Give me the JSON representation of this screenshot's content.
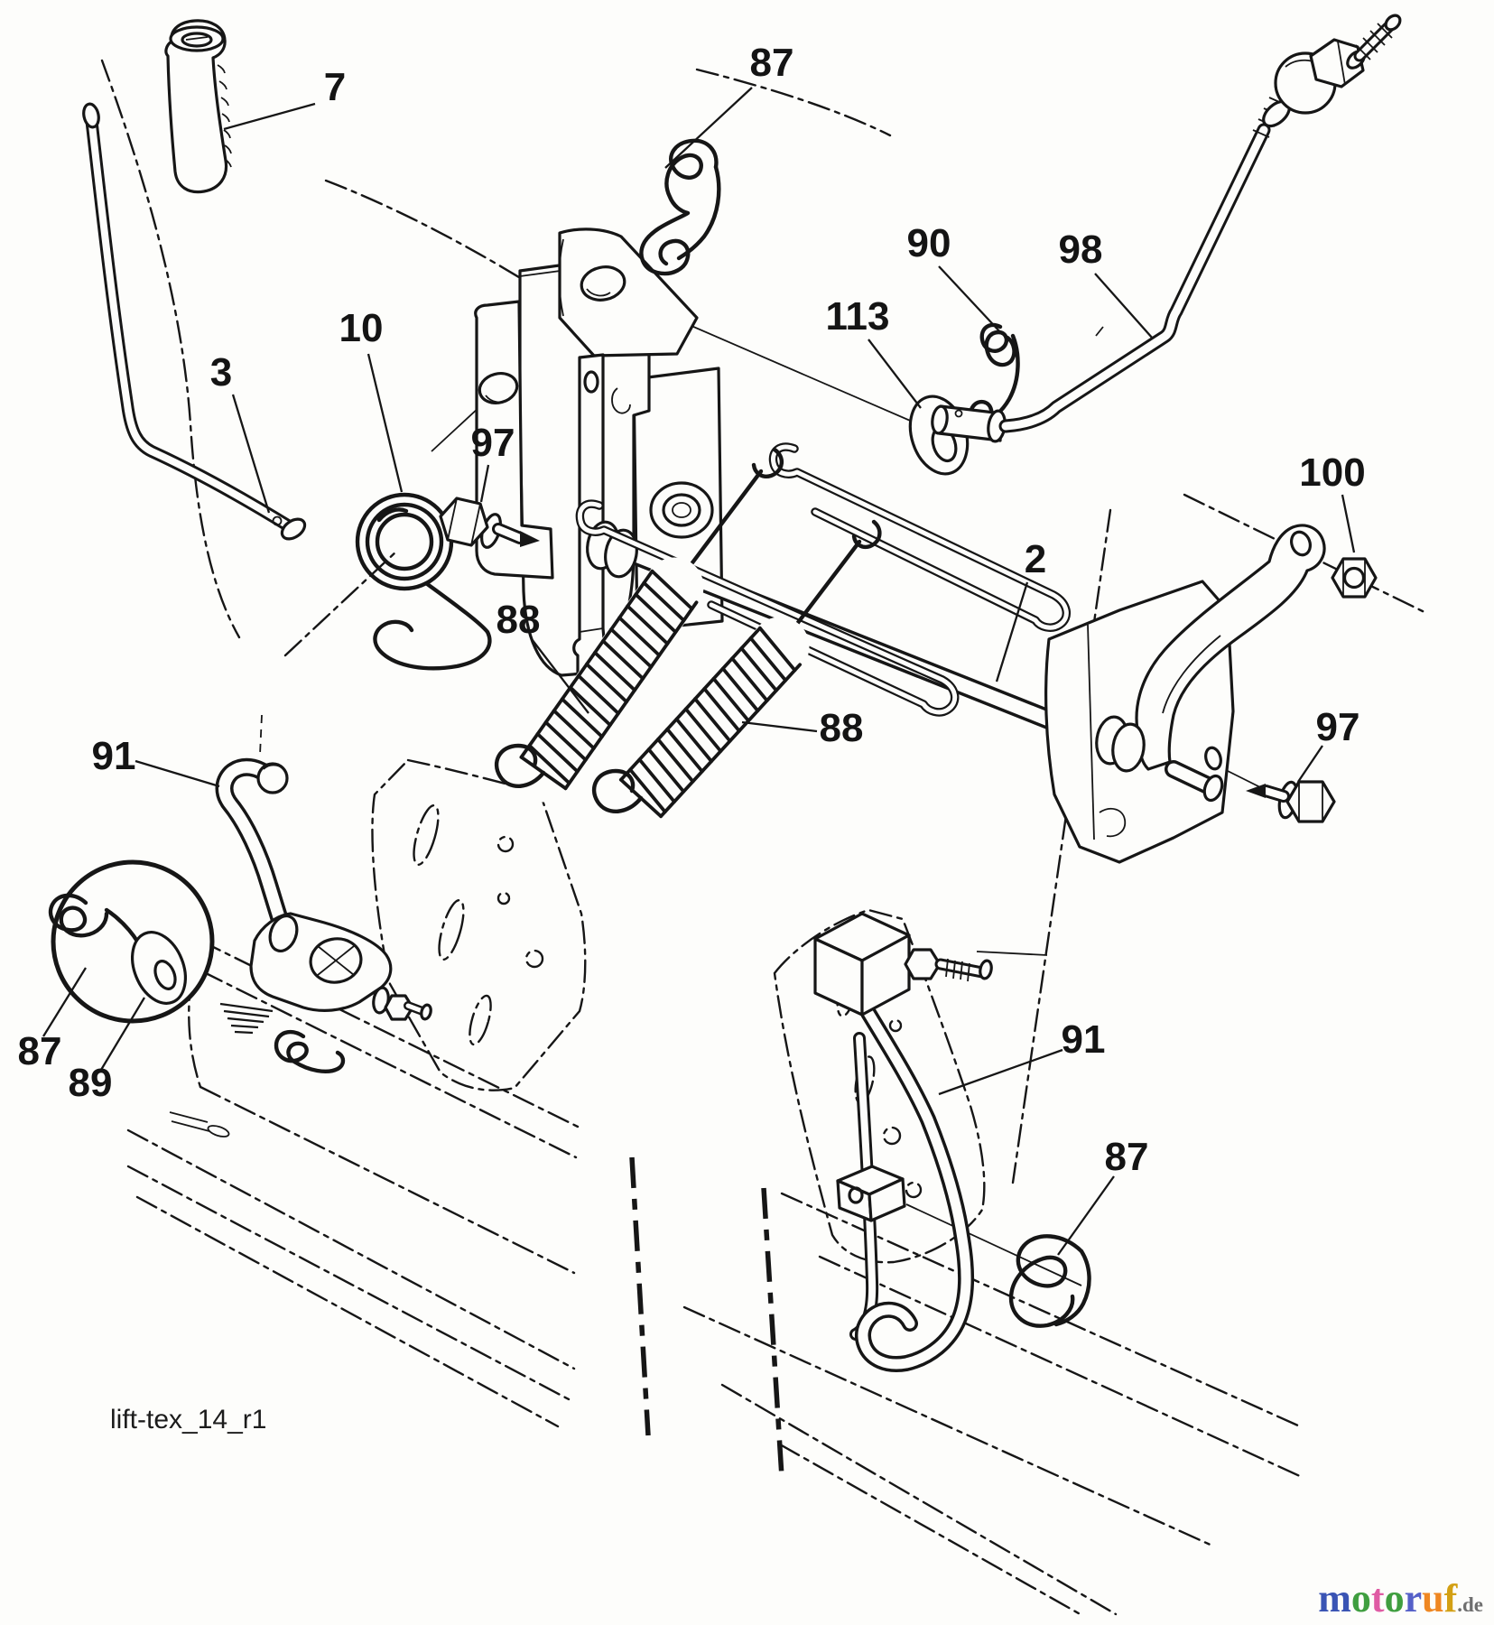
{
  "diagram": {
    "type": "exploded-parts-diagram",
    "subject": "Mower deck lift linkage",
    "line_color": "#161616",
    "background_color": "#fdfdfb"
  },
  "callouts": [
    {
      "label": "7"
    },
    {
      "label": "3"
    },
    {
      "label": "10"
    },
    {
      "label": "87"
    },
    {
      "label": "90"
    },
    {
      "label": "113"
    },
    {
      "label": "98"
    },
    {
      "label": "100"
    },
    {
      "label": "2"
    },
    {
      "label": "97"
    },
    {
      "label": "88"
    },
    {
      "label": "88"
    },
    {
      "label": "97"
    },
    {
      "label": "91"
    },
    {
      "label": "87"
    },
    {
      "label": "89"
    },
    {
      "label": "91"
    },
    {
      "label": "87"
    }
  ],
  "footer": {
    "drawing_id": "lift-tex_14_r1"
  },
  "watermark": {
    "letters": [
      {
        "ch": "m",
        "color": "#3a54b4"
      },
      {
        "ch": "o",
        "color": "#3f9e3f"
      },
      {
        "ch": "t",
        "color": "#df5ba4"
      },
      {
        "ch": "o",
        "color": "#3f9e3f"
      },
      {
        "ch": "r",
        "color": "#5560c8"
      },
      {
        "ch": "u",
        "color": "#ef8722"
      },
      {
        "ch": "f",
        "color": "#d3a014"
      }
    ],
    "suffix": {
      "ch": ".de",
      "color": "#6f6f6f"
    }
  }
}
